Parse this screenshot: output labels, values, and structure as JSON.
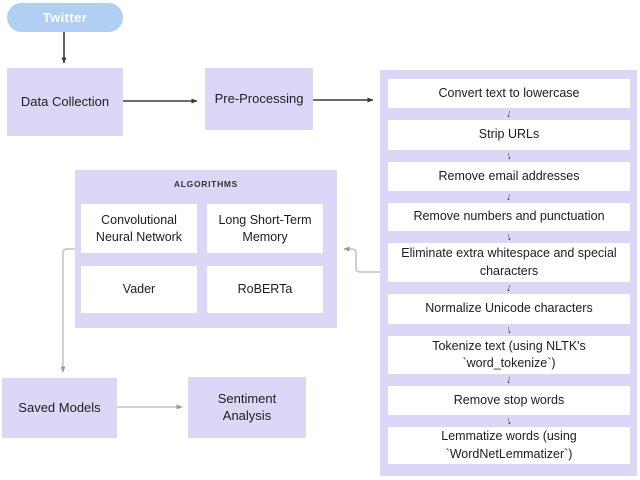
{
  "nodes": {
    "twitter": "Twitter",
    "data_collection": "Data Collection",
    "pre_processing": "Pre-Processing",
    "saved_models": "Saved Models",
    "sentiment_analysis": "Sentiment Analysis"
  },
  "algorithms": {
    "title": "ALGORITHMS",
    "items": [
      "Convolutional Neural Network",
      "Long Short-Term Memory",
      "Vader",
      "RoBERTa"
    ]
  },
  "pipeline": {
    "steps": [
      "Convert text to lowercase",
      "Strip URLs",
      "Remove email addresses",
      "Remove numbers and punctuation",
      "Eliminate extra whitespace and special characters",
      "Normalize Unicode characters",
      "Tokenize text (using NLTK's `word_tokenize`)",
      "Remove stop words",
      "Lemmatize words (using `WordNetLemmatizer`)"
    ]
  },
  "icons": {
    "down_arrow": "↓"
  },
  "colors": {
    "node_lavender": "#ddd7f7",
    "twitter_blue": "#b1cff3",
    "step_white": "#ffffff",
    "dark_connector": "#3b3b3b",
    "gray_connector": "#c2c2c4",
    "text": "#1d1d1f"
  }
}
